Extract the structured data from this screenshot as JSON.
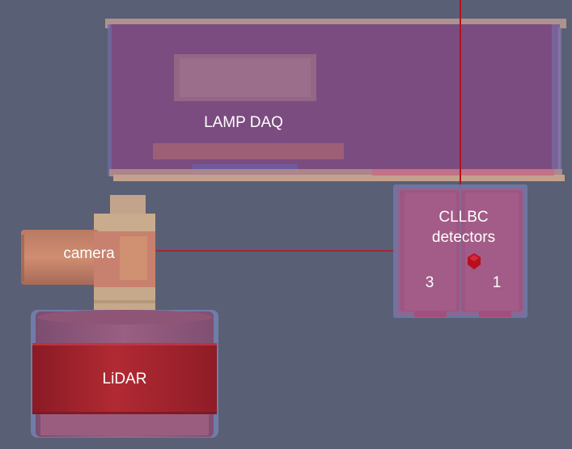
{
  "colors": {
    "background": "#595f74",
    "daq_body": "#7a4d7f",
    "detector_body": "#9b5680",
    "camera_orange": "#c4826a",
    "mount_beige": "#c9a888",
    "lidar_red": "#a8242d",
    "lidar_housing": "#8e5577",
    "edge_blue": "#7d8ec0",
    "laser_red": "#b1131e"
  },
  "labels": {
    "daq": "LAMP DAQ",
    "detectors_line1": "CLLBC",
    "detectors_line2": "detectors",
    "detector_left": "3",
    "detector_right": "1",
    "camera": "camera",
    "lidar": "LiDAR"
  }
}
